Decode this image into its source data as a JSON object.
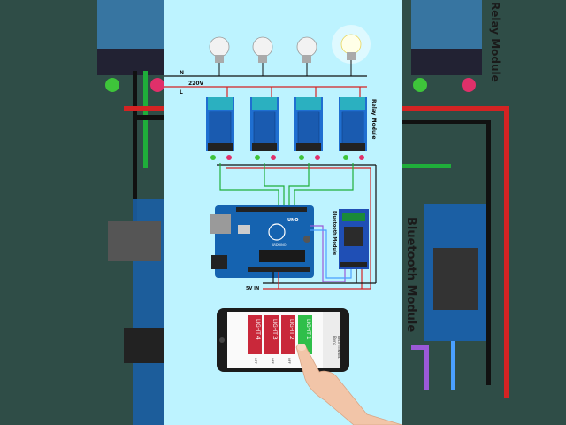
{
  "wire_labels": {
    "neutral": "N",
    "voltage": "220V",
    "live": "L",
    "power_in": "5V IN"
  },
  "labels": {
    "relay_module": "Relay Module",
    "bluetooth_module": "Bluetooth Module"
  },
  "arduino": {
    "brand": "ARDUINO",
    "model": "UNO"
  },
  "phone": {
    "buttons": [
      {
        "label": "LIGHT 1",
        "state": "ON",
        "color": "#2fbf4a"
      },
      {
        "label": "LIGHT 2",
        "state": "OFF",
        "color": "#c9283a"
      },
      {
        "label": "LIGHT 3",
        "state": "OFF",
        "color": "#c9283a"
      },
      {
        "label": "LIGHT 4",
        "state": "OFF",
        "color": "#c9283a"
      }
    ],
    "app_title": "RELAY CONTROL",
    "app_logo": "Bynk"
  },
  "right_side_label": "Bluetooth Module",
  "right_top_label": "Relay Module",
  "colors": {
    "wire_red": "#d42323",
    "wire_black": "#111111",
    "wire_green": "#1fae3a",
    "relay_blue": "#1f6fd1",
    "board_blue": "#1563b0",
    "bg": "#bdf3ff"
  }
}
